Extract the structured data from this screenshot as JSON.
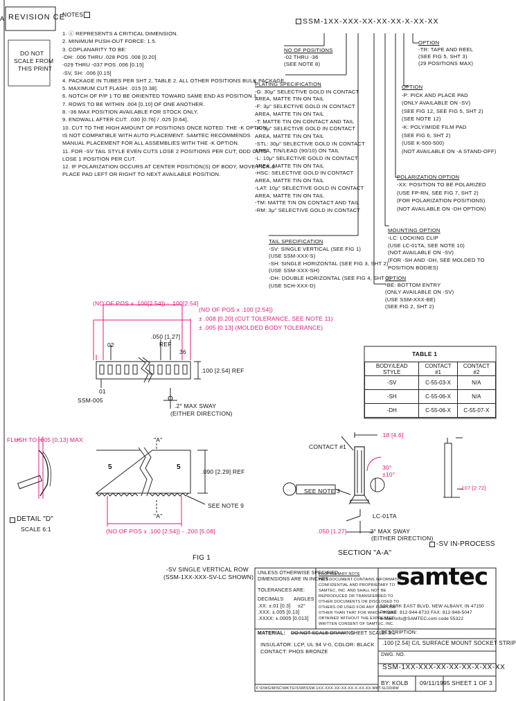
{
  "header": {
    "revision_label": "REVISION CE",
    "notes_label": "NOTES:",
    "side_marker": "A",
    "do_not_scale": [
      "DO NOT",
      "SCALE FROM",
      "THIS PRINT"
    ]
  },
  "notes": [
    "1.  ⓒ REPRESENTS A CRITICAL DIMENSION.",
    "2.  MINIMUM PUSH-OUT FORCE: 1.5.",
    "3.  COPLANARITY TO BE:",
    "     -DH: .006 THRU .028 POS .008 [0.20]",
    "          -029 THRU -037 POS .006 [0.15]",
    "     -SV, SH: .006 [0.15]",
    "4.  PACKAGE IN TUBES PER SHT 2, TABLE 2. ALL OTHER POSITIONS BULK PACKAGE.",
    "5.  MAXIMUM CUT FLASH: .015 [0.38].",
    "6.  NOTCH OF P/P 1 TO BE ORIENTED TOWARD SAME END AS POSITION 1.",
    "7.  ROWS TO BE WITHIN .004 [0.10] OF ONE ANOTHER.",
    "8.  -36 MAX POSITION AVAILABLE FOR STOCK ONLY.",
    "9.  ENDWALL AFTER CUT: .030 [0.76] / .025 [0.64].",
    "10. CUT TO THE HIGH AMOUNT OF POSITIONS ONCE NOTED. THE -K OPTION",
    "     IS NOT COMPATIBLE WITH AUTO PLACEMENT. SAMTEC RECOMMENDS",
    "     MANUAL PLACEMENT FOR ALL ASSEMBLIES WITH THE -K OPTION.",
    "11. FOR -SV TAIL STYLE EVEN CUTS LOSE 2 POSITIONS PER CUT; ODD CUTS",
    "     LOSE 1 POSITION PER CUT.",
    "12. IF POLARIZATION OCCURS AT CENTER POSITION(S) OF BODY, MOVE PICK &",
    "     PLACE PAD LEFT OR RIGHT TO NEXT AVAILABLE POSITION."
  ],
  "part_number": "SSM-1XX-XXX-XX-XX-XX-X-XX-XX",
  "callouts": {
    "no_of_positions": [
      "NO OF POSITIONS",
      "-02 THRU -36",
      "(SEE NOTE 8)"
    ],
    "plating": [
      "PLATING SPECIFICATION",
      "-G: 30μ\" SELECTIVE GOLD IN CONTACT",
      "    AREA, MATTE TIN ON TAIL",
      "-F: 3μ\" SELECTIVE GOLD IN CONTACT",
      "    AREA, MATTE TIN ON TAIL",
      "-T: MATTE TIN ON CONTACT AND TAIL",
      "-P: 3μ\" SELECTIVE GOLD IN CONTACT",
      "    AREA, MATTE TIN ON TAIL",
      "-STL: 30μ\" SELECTIVE GOLD IN CONTACT",
      "    AREA, TIN/LEAD (90/10) ON TAIL",
      "-L: 10μ\" SELECTIVE GOLD IN CONTACT",
      "    AREA, MATTE TIN ON TAIL",
      "-HSC: SELECTIVE GOLD IN CONTACT",
      "    AREA, MATTE TIN ON TAIL",
      "-LAT: 10μ\" SELECTIVE GOLD IN CONTACT",
      "    AREA, MATTE TIN ON TAIL",
      "-TM: MATTE TIN ON CONTACT AND TAIL",
      "-RM: 3μ\" SELECTIVE GOLD IN CONTACT"
    ],
    "tail": [
      "TAIL SPECIFICATION",
      "-SV: SINGLE VERTICAL (SEE FIG 1)",
      "     (USE SSM-XXX-S)",
      "-SH: SINGLE HORIZONTAL (SEE FIG 3, SHT 2)",
      "     (USE SSM-XXX-SH)",
      "-DH: DOUBLE HORIZONTAL (SEE FIG 4, SHT 2)",
      "     (USE SCH-XXX-D)"
    ],
    "option1": [
      "OPTION",
      "-TR: TAPE AND REEL",
      "     (SEE FIG 5, SHT 3)",
      "     (29 POSITIONS MAX)"
    ],
    "option2": [
      "OPTION",
      "-P: PICK AND PLACE PAD",
      "     (ONLY AVAILABLE ON -SV)",
      "     (SEE FIG 12, SEE FIG 5, SHT 2)",
      "     (SEE NOTE 12)",
      "-K: POLYIMIDE FILM PAD",
      "     (SEE FIG 6, SHT 2)",
      "     (USE K-500-500)",
      "     (NOT AVAILABLE ON -A STAND-OFF)"
    ],
    "polarization": [
      "POLARIZATION OPTION",
      "-XX: POSITION TO BE POLARIZED",
      "     (USE FP-RN, SEE FIG 7, SHT 2)",
      "     (FOR POLARIZATION POSITIONS)",
      "     (NOT AVAILABLE ON -DH OPTION)"
    ],
    "mounting": [
      "MOUNTING OPTION",
      "-LC: LOCKING CLIP",
      "     (USE LC-01TA, SEE NOTE 10)",
      "     (NOT AVAILABLE ON -SV)",
      "     (FOR -SH AND -DH, SEE MOLDED TO",
      "     POSITION BODIES)"
    ],
    "option3": [
      "OPTION",
      "-BE: BOTTOM ENTRY",
      "     (ONLY AVAILABLE ON -SV)",
      "     (USE SSM-XXX-BE)",
      "     (SEE FIG 2, SHT 2)"
    ]
  },
  "table1": {
    "title": "TABLE 1",
    "headers": [
      "BODY/LEAD STYLE",
      "CONTACT #1",
      "CONTACT #2"
    ],
    "rows": [
      [
        "-SV",
        "C-55-03-X",
        "N/A"
      ],
      [
        "-SH",
        "C-55-06-X",
        "N/A"
      ],
      [
        "-DH",
        "C-55-06-X",
        "C-55-07-X"
      ]
    ]
  },
  "fig1": {
    "dim_top": "(NO OF POS x .100[2.54]) - .100[2.54]",
    "dim_right": [
      "(NO OF POS x .100 [2.54])",
      "± .008 [0.20] (CUT TOLERANCE, SEE NOTE 11)",
      "± .005 [0.13] (MOLDED BODY TOLERANCE)"
    ],
    "ref1": ".050 [1.27]",
    "ref1b": "REF",
    "pos02": "02",
    "pos36": "36",
    "height": ".100 [2.54] REF",
    "pos01": "01",
    "pad": "SSM-005",
    "sway": ".2° MAX SWAY",
    "sway2": "(EITHER DIRECTION)",
    "caption": "FIG 1",
    "caption2": "-SV SINGLE VERTICAL ROW",
    "caption3": "(SSM-1XX-XXX-SV-LC SHOWN)"
  },
  "side_view": {
    "a_label": "\"A\"",
    "pin_num": "5",
    "height": ".090 [2.29] REF",
    "note9": "SEE NOTE 9",
    "bottom_dim": "(NO OF POS x .100 [2.54]) - .200 [5.08]"
  },
  "detail_d": {
    "callout": "FLUSH TO .005 [0.13] MAX",
    "label": "DETAIL \"D\"",
    "scale": "SCALE 6:1"
  },
  "section": {
    "contact": "CONTACT #1",
    "dim": ".18 [4.6]",
    "angle": "30°",
    "angle2": "±10°",
    "note": "SEE NOTE 3",
    "lc": "LC-01TA",
    "ref": ".050 [1.27]",
    "sway": ".2° MAX SWAY",
    "sway2": "(EITHER DIRECTION)",
    "caption": "SECTION \"A-A\""
  },
  "sv_process": {
    "label": "-SV IN-PROCESS",
    "dim": ".107 [2.72]"
  },
  "title_block": {
    "unless": [
      "UNLESS OTHERWISE SPECIFIED,",
      "DIMENSIONS ARE IN INCHES",
      "TOLERANCES ARE:"
    ],
    "decimals_label": "DECIMALS",
    "angles_label": "ANGLES",
    "decimals": [
      ".XX: ±.01 [0.3]",
      ".XXX: ±.005 [0.13]",
      ".XXXX: ±.0005 [0.013]"
    ],
    "angles": "±2°",
    "proprietary": [
      "PROPRIETARY NOTE",
      "THIS DOCUMENT CONTAINS INFORMATION",
      "CONFIDENTIAL AND PROPRIETARY TO",
      "SAMTEC, INC. AND SHALL NOT BE",
      "REPRODUCED OR TRANSFERRED TO",
      "OTHER DOCUMENTS OR DISCLOSED TO",
      "OTHERS OR USED FOR ANY PURPOSE",
      "OTHER THAN THAT FOR WHICH IT WAS",
      "OBTAINED WITHOUT THE EXPRESSED",
      "WRITTEN CONSENT OF SAMTEC, INC."
    ],
    "logo": "samtec",
    "address": [
      "520 PARK EAST BLVD, NEW ALBANY, IN 47150",
      "PHONE: 812-944-6733    FAX: 812-948-5047",
      "e-Mail info@SAMTEC.com    code 55322"
    ],
    "material_label": "MATERIAL:",
    "material": [
      "INSULATOR: LCP, UL 94 V-0, COLOR: BLACK",
      "CONTACT: PHOS BRONZE"
    ],
    "do_not_scale": "DO NOT SCALE DRAWING",
    "sheet_scale": "SHEET SCALE: 3:1",
    "description_label": "DESCRIPTION:",
    "description": ".100 [2.54] C/L SURFACE MOUNT SOCKET STRIP",
    "dwg_label": "DWG. NO.",
    "dwg_no": "SSM-1XX-XXX-XX-XX-XX-X-XX-XX",
    "by_label": "BY:",
    "by": "KOLB",
    "date": "09/11/1995",
    "sheet": "SHEET 1 OF 3",
    "footer": "F:\\DWG\\MISC\\MKTG\\SSM\\SSM-1XX-XXX-XX-XX-XX-X-XX-XX-MKT.SLDDRW"
  }
}
